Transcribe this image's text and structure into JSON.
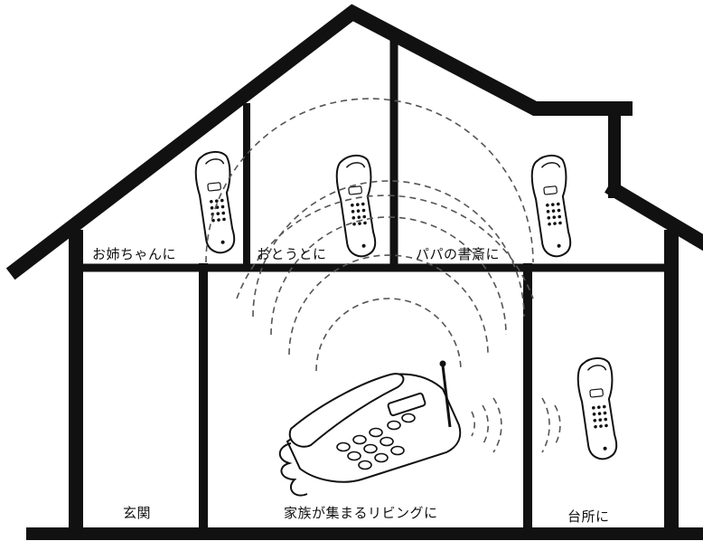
{
  "rooms": {
    "sister": "お姉ちゃんに",
    "brother": "おとうとに",
    "dad_study": "パパの書斎に",
    "entrance": "玄関",
    "living": "家族が集まるリビングに",
    "kitchen": "台所に"
  },
  "colors": {
    "ink": "#111111",
    "paper": "#ffffff",
    "handset": "#e8e8e8"
  },
  "icons": [
    "cordless-handset-icon",
    "base-phone-icon",
    "radio-wave-icon"
  ]
}
